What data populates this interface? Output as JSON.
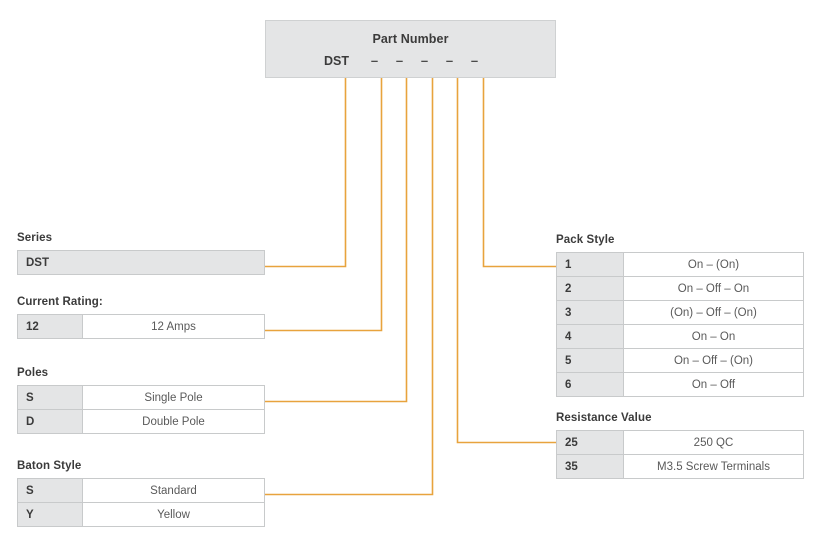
{
  "part_number": {
    "title": "Part Number",
    "prefix": "DST",
    "slots": [
      "–",
      "–",
      "–",
      "–",
      "–"
    ]
  },
  "sections": {
    "series": {
      "title": "Series",
      "rows": [
        {
          "code": "DST",
          "desc": ""
        }
      ]
    },
    "current_rating": {
      "title": "Current Rating:",
      "rows": [
        {
          "code": "12",
          "desc": "12 Amps"
        }
      ]
    },
    "poles": {
      "title": "Poles",
      "rows": [
        {
          "code": "S",
          "desc": "Single Pole"
        },
        {
          "code": "D",
          "desc": "Double Pole"
        }
      ]
    },
    "baton_style": {
      "title": "Baton Style",
      "rows": [
        {
          "code": "S",
          "desc": "Standard"
        },
        {
          "code": "Y",
          "desc": "Yellow"
        }
      ]
    },
    "pack_style": {
      "title": "Pack Style",
      "rows": [
        {
          "code": "1",
          "desc": "On – (On)"
        },
        {
          "code": "2",
          "desc": "On – Off – On"
        },
        {
          "code": "3",
          "desc": "(On) – Off – (On)"
        },
        {
          "code": "4",
          "desc": "On – On"
        },
        {
          "code": "5",
          "desc": "On – Off – (On)"
        },
        {
          "code": "6",
          "desc": "On – Off"
        }
      ]
    },
    "resistance_value": {
      "title": "Resistance Value",
      "rows": [
        {
          "code": "25",
          "desc": "250 QC"
        },
        {
          "code": "35",
          "desc": "M3.5 Screw Terminals"
        }
      ]
    }
  },
  "colors": {
    "connector": "#e8a33d",
    "cell_gray": "#e4e5e6",
    "border": "#c8cacb",
    "text": "#4a4a4a"
  }
}
